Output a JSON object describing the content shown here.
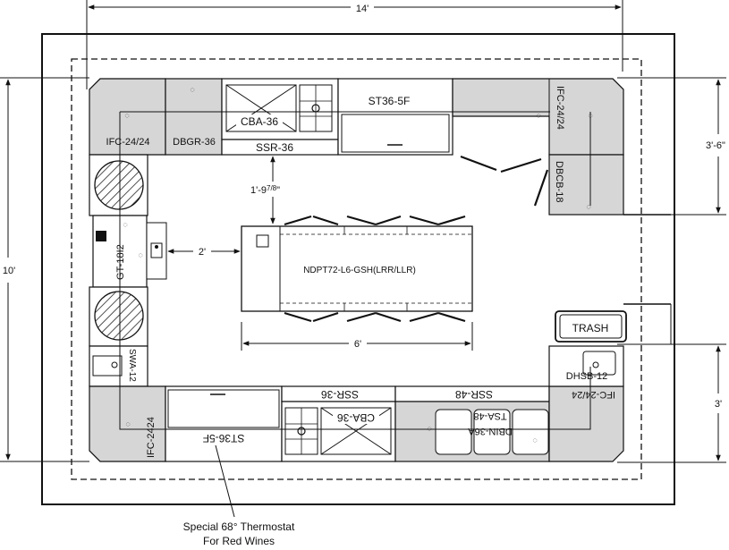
{
  "dimensions": {
    "top_width": "14'",
    "left_height": "10'",
    "right_upper": "3'-6\"",
    "right_lower": "3'",
    "island_gap_main": "1'-9",
    "island_gap_frac": "7/8",
    "island_gap_unit": "\"",
    "left_gap": "2'",
    "island_length": "6'"
  },
  "units": {
    "cba_top": "CBA-36",
    "ssr_top": "SSR-36",
    "st_top": "ST36-5F",
    "ifc_top_left": "IFC-24/24",
    "dbgr": "DBGR-36",
    "ifc_top_right": "IFC-24/24",
    "dbcb": "DBCB-18",
    "gt": "GT-18I2",
    "island": "NDPT72-L6-GSH(LRR/LLR)",
    "swa": "SWA-12",
    "trash": "TRASH",
    "dhsb": "DHSB-12",
    "ifc_bottom_right": "IFC-24/24",
    "ifc_bottom_left": "IFC-2424",
    "st_bottom": "ST36-5F",
    "ssr_bottom": "SSR-36",
    "cba_bottom": "CBA-36",
    "ssr_48": "SSR-48",
    "tsa": "TSA-48",
    "dbin": "DBIN-36A"
  },
  "annotation": {
    "line1": "Special 68° Thermostat",
    "line2": "For Red Wines"
  }
}
